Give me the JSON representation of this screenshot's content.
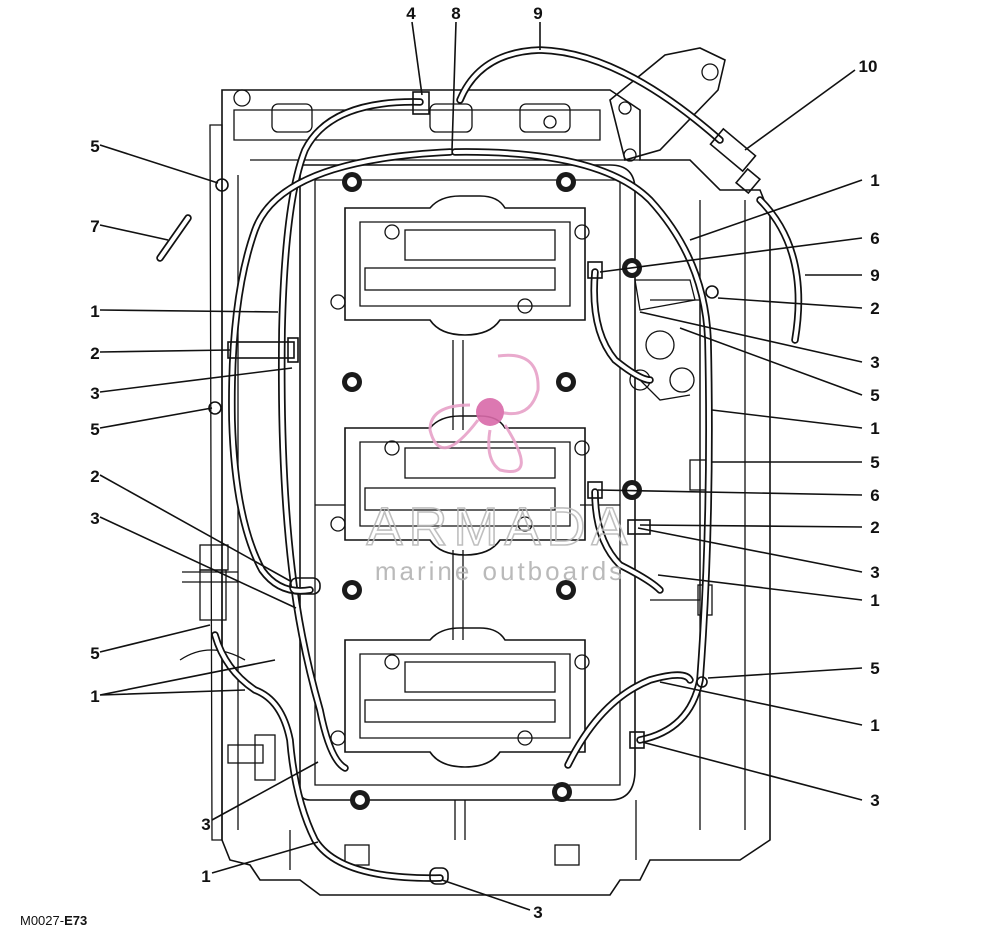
{
  "figure_code": {
    "prefix": "M0027-",
    "suffix": "E73"
  },
  "watermark": {
    "brand": "ARMADA",
    "tagline": "marine outboards",
    "colors": {
      "logo": "#e7a1c8",
      "logo_core": "#d96aa9",
      "text": "#b9b9b9"
    }
  },
  "callouts": {
    "top": [
      "4",
      "8",
      "9",
      "10"
    ],
    "left": [
      "5",
      "7",
      "1",
      "2",
      "3",
      "5",
      "2",
      "3",
      "5",
      "1",
      "3",
      "1"
    ],
    "right": [
      "1",
      "6",
      "9",
      "2",
      "3",
      "5",
      "1",
      "5",
      "6",
      "2",
      "3",
      "1",
      "5",
      "1",
      "3"
    ],
    "bottom": [
      "3"
    ]
  }
}
